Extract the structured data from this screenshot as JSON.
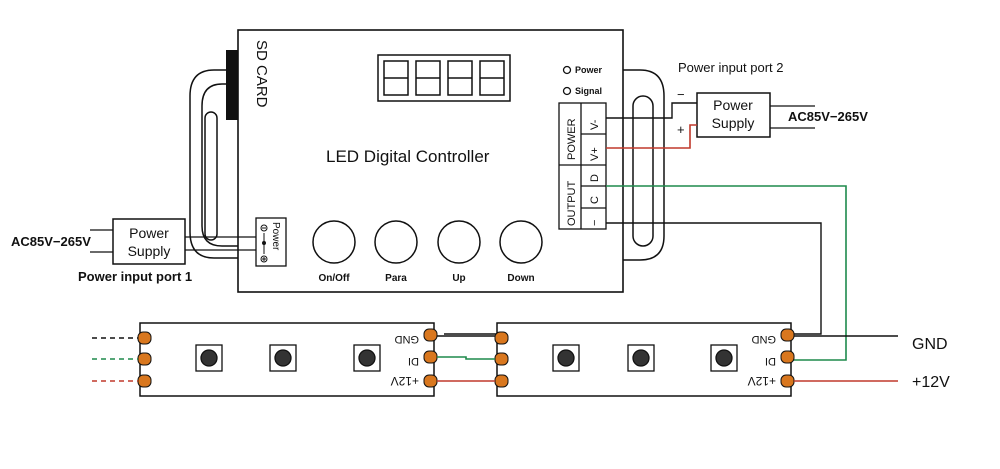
{
  "controller": {
    "title": "LED Digital Controller",
    "sd_card": "SD CARD",
    "indicators": [
      "Power",
      "Signal"
    ],
    "buttons": [
      "On/Off",
      "Para",
      "Up",
      "Down"
    ],
    "power_port_label": "Power",
    "power_group_label": "POWER",
    "power_pins": [
      "V-",
      "V+"
    ],
    "output_group_label": "OUTPUT",
    "output_pins": [
      "C",
      "D",
      "−"
    ]
  },
  "supply_left": {
    "label_line1": "Power",
    "label_line2": "Supply",
    "ac_label": "AC85V−265V",
    "port_label": "Power input port 1"
  },
  "supply_right": {
    "label_line1": "Power",
    "label_line2": "Supply",
    "ac_label": "AC85V−265V",
    "port_label": "Power input port 2",
    "minus_sign": "−",
    "plus_sign": "+"
  },
  "strips": [
    {
      "pads": [
        "GND",
        "DI",
        "+12V"
      ]
    },
    {
      "pads": [
        "GND",
        "DI",
        "+12V"
      ]
    }
  ],
  "outputs": {
    "gnd": "GND",
    "v12": "+12V"
  },
  "colors": {
    "wire_black": "#111111",
    "wire_red": "#c0392b",
    "wire_green": "#1e8a4c",
    "pad": "#d9771e"
  }
}
